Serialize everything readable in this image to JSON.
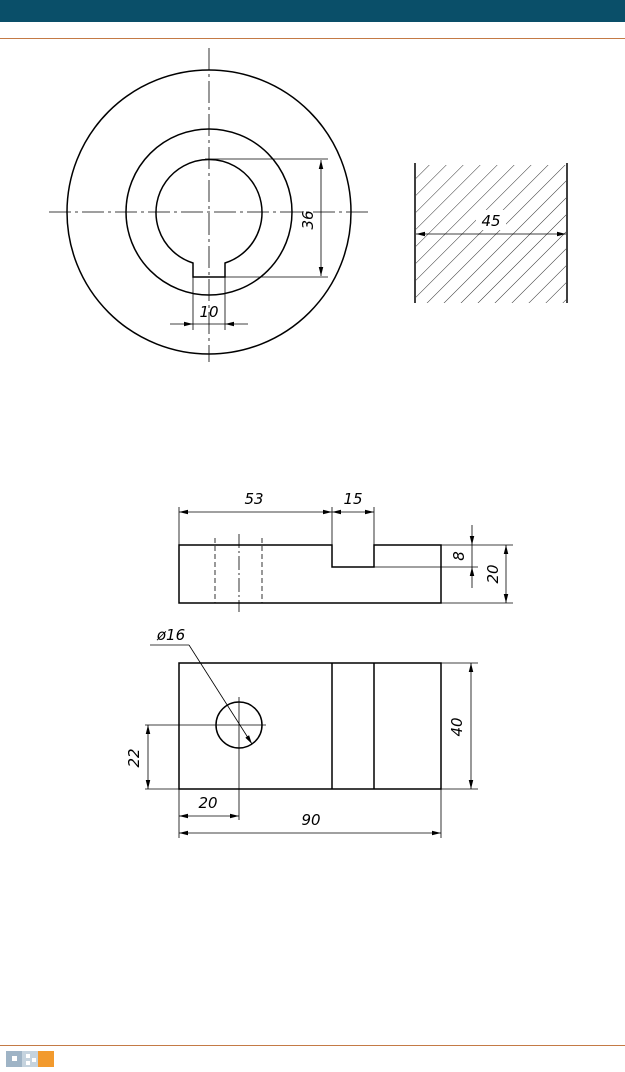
{
  "header": {
    "bar_color": "#0a4f69",
    "rule_color": "#c47a45"
  },
  "footer": {
    "logo": "publisher-logo-icon"
  },
  "figure1_circle": {
    "dim_bore": "36",
    "dim_key": "10"
  },
  "figure1_section": {
    "dim_thickness": "45"
  },
  "figure2_front": {
    "dim_left": "53",
    "dim_slot": "15",
    "dim_slot_depth": "8",
    "dim_height": "20"
  },
  "figure2_top": {
    "dim_hole": "ø16",
    "dim_hole_y": "22",
    "dim_hole_x": "20",
    "dim_length": "90",
    "dim_width": "40"
  }
}
